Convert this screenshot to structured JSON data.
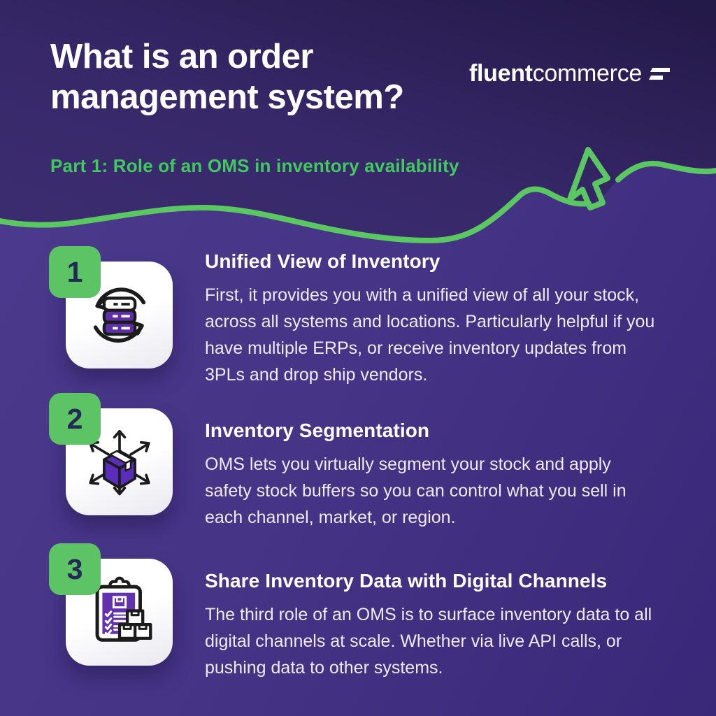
{
  "header": {
    "title_line1": "What is an order",
    "title_line2": "management system?",
    "subtitle": "Part 1: Role of an OMS in inventory availability",
    "logo": {
      "bold": "fluent",
      "regular": "commerce"
    }
  },
  "items": [
    {
      "number": "1",
      "icon": "sync-servers-icon",
      "title": "Unified View of Inventory",
      "body": "First, it provides you with a unified view of all your stock, across all systems and locations. Particularly helpful if you have multiple ERPs, or receive inventory updates from 3PLs and drop ship vendors."
    },
    {
      "number": "2",
      "icon": "box-distribution-icon",
      "title": "Inventory Segmentation",
      "body": "OMS lets you virtually segment your stock and apply safety stock buffers so you can control what you sell in each channel, market, or region."
    },
    {
      "number": "3",
      "icon": "clipboard-checklist-icon",
      "title": "Share Inventory Data with Digital Channels",
      "body": "The third role of an OMS is to surface inventory data to all digital channels at scale. Whether via live API calls, or pushing data to other systems."
    }
  ],
  "colors": {
    "accent_green": "#5cc464",
    "subtitle_green": "#41c95f",
    "header_purple_dark": "#241a49",
    "header_purple": "#3a2b6b",
    "body_purple": "#463486",
    "icon_purple": "#5e2ea6",
    "badge_text_navy": "#232a55",
    "white": "#ffffff"
  }
}
